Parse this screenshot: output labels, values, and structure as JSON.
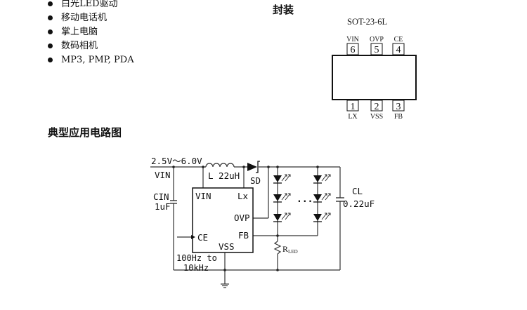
{
  "features": [
    {
      "label": "白光LED驱动"
    },
    {
      "label": "移动电话机"
    },
    {
      "label": "掌上电脑"
    },
    {
      "label": "数码相机"
    },
    {
      "label": "MP3, PMP, PDA"
    }
  ],
  "package": {
    "title": "封装",
    "name": "SOT-23-6L",
    "top_pins": [
      {
        "num": "6",
        "name": "VIN"
      },
      {
        "num": "5",
        "name": "OVP"
      },
      {
        "num": "4",
        "name": "CE"
      }
    ],
    "bottom_pins": [
      {
        "num": "1",
        "name": "LX"
      },
      {
        "num": "2",
        "name": "VSS"
      },
      {
        "num": "3",
        "name": "FB"
      }
    ]
  },
  "circuit": {
    "title": "典型应用电路图",
    "input_voltage": "2.5V～6.0V",
    "vin_label": "VIN",
    "cin_label": "CIN",
    "cin_value": "1uF",
    "inductor": "L 22uH",
    "diode": "SD",
    "ic_pins": {
      "vin": "VIN",
      "lx": "Lx",
      "ovp": "OVP",
      "ce": "CE",
      "fb": "FB",
      "vss": "VSS"
    },
    "pwm_line1": "100Hz to",
    "pwm_line2": "10kHz",
    "cl_label": "CL",
    "cl_value": "0.22uF",
    "rled_main": "R",
    "rled_sub": "LED",
    "ellipsis": "..."
  }
}
